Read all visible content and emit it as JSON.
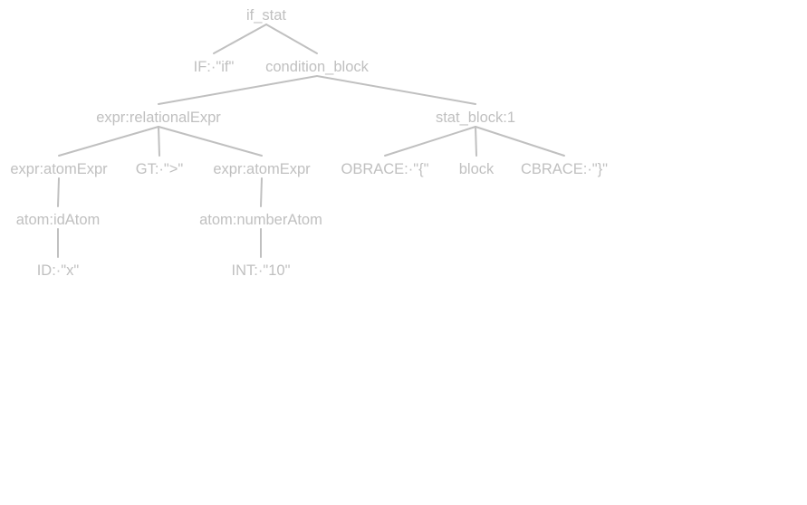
{
  "colors": {
    "node_text": "#c0c0c0",
    "edge": "#c0c0c0",
    "background": "#ffffff"
  },
  "tree": {
    "nodes": {
      "if_stat": "if_stat",
      "if_token": "IF:·\"if\"",
      "condition_block": "condition_block",
      "expr_relational": "expr:relationalExpr",
      "stat_block": "stat_block:1",
      "expr_atom_left": "expr:atomExpr",
      "gt_token": "GT:·\">\"",
      "expr_atom_right": "expr:atomExpr",
      "obrace_token": "OBRACE:·\"{\"",
      "block": "block",
      "cbrace_token": "CBRACE:·\"}\"",
      "atom_id": "atom:idAtom",
      "atom_number": "atom:numberAtom",
      "id_token": "ID:·\"x\"",
      "int_token": "INT:·\"10\""
    },
    "edges": [
      [
        "if_stat",
        "if_token"
      ],
      [
        "if_stat",
        "condition_block"
      ],
      [
        "condition_block",
        "expr_relational"
      ],
      [
        "condition_block",
        "stat_block"
      ],
      [
        "expr_relational",
        "expr_atom_left"
      ],
      [
        "expr_relational",
        "gt_token"
      ],
      [
        "expr_relational",
        "expr_atom_right"
      ],
      [
        "stat_block",
        "obrace_token"
      ],
      [
        "stat_block",
        "block"
      ],
      [
        "stat_block",
        "cbrace_token"
      ],
      [
        "expr_atom_left",
        "atom_id"
      ],
      [
        "expr_atom_right",
        "atom_number"
      ],
      [
        "atom_id",
        "id_token"
      ],
      [
        "atom_number",
        "int_token"
      ]
    ]
  }
}
